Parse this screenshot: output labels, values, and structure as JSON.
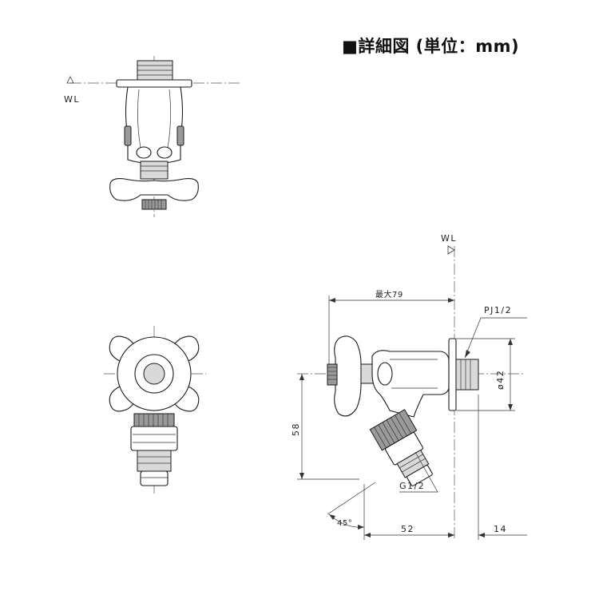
{
  "title": "■詳細図 (単位：mm)",
  "labels": {
    "wl_top": "WL",
    "wl_side": "WL",
    "max_length": "最大79",
    "pipe_thread": "PJ1/2",
    "diameter": "ø42",
    "height": "58",
    "hose_thread": "G1/2",
    "angle": "45°",
    "width_52": "52",
    "width_14": "14"
  }
}
